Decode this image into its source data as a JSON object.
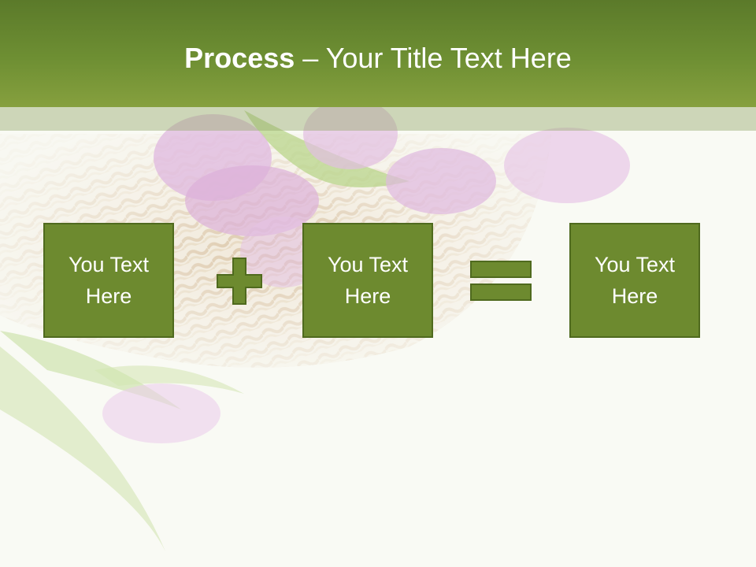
{
  "slide": {
    "title_bold": "Process",
    "title_rest": " – Your Title Text Here",
    "boxes": [
      {
        "label": "You Text Here"
      },
      {
        "label": "You Text Here"
      },
      {
        "label": "You Text Here"
      }
    ],
    "operators": [
      "plus-icon",
      "equals-icon"
    ],
    "colors": {
      "header": "#6e8f33",
      "box_fill": "#6d8a2f",
      "box_border": "#4f6a1e",
      "text": "#ffffff"
    }
  }
}
